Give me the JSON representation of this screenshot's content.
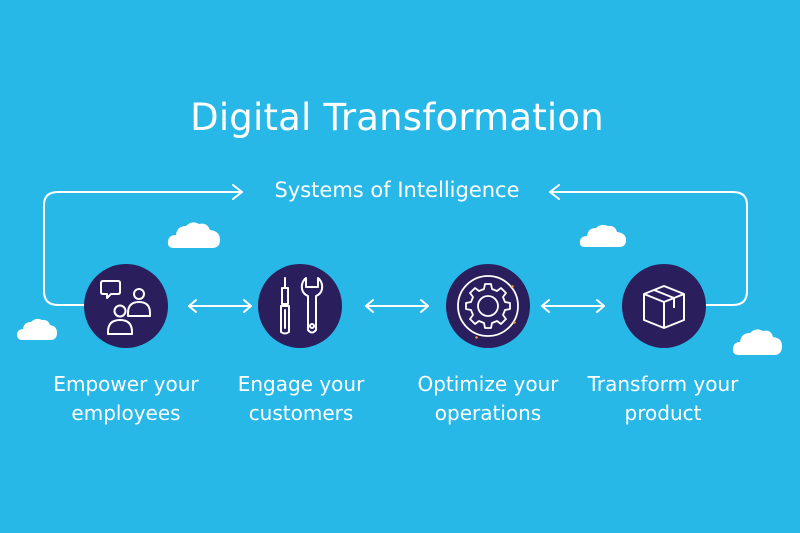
{
  "diagram": {
    "title": "Digital Transformation",
    "loop_label": "Systems of Intelligence",
    "steps": [
      {
        "line1": "Empower your",
        "line2": "employees",
        "icon": "people-chat-icon"
      },
      {
        "line1": "Engage your",
        "line2": "customers",
        "icon": "tools-icon"
      },
      {
        "line1": "Optimize your",
        "line2": "operations",
        "icon": "gear-icon"
      },
      {
        "line1": "Transform your",
        "line2": "product",
        "icon": "box-icon"
      }
    ]
  },
  "colors": {
    "background": "#27b8e8",
    "circle": "#2a1e5c",
    "line": "#ffffff",
    "accent": "#f0a030"
  }
}
